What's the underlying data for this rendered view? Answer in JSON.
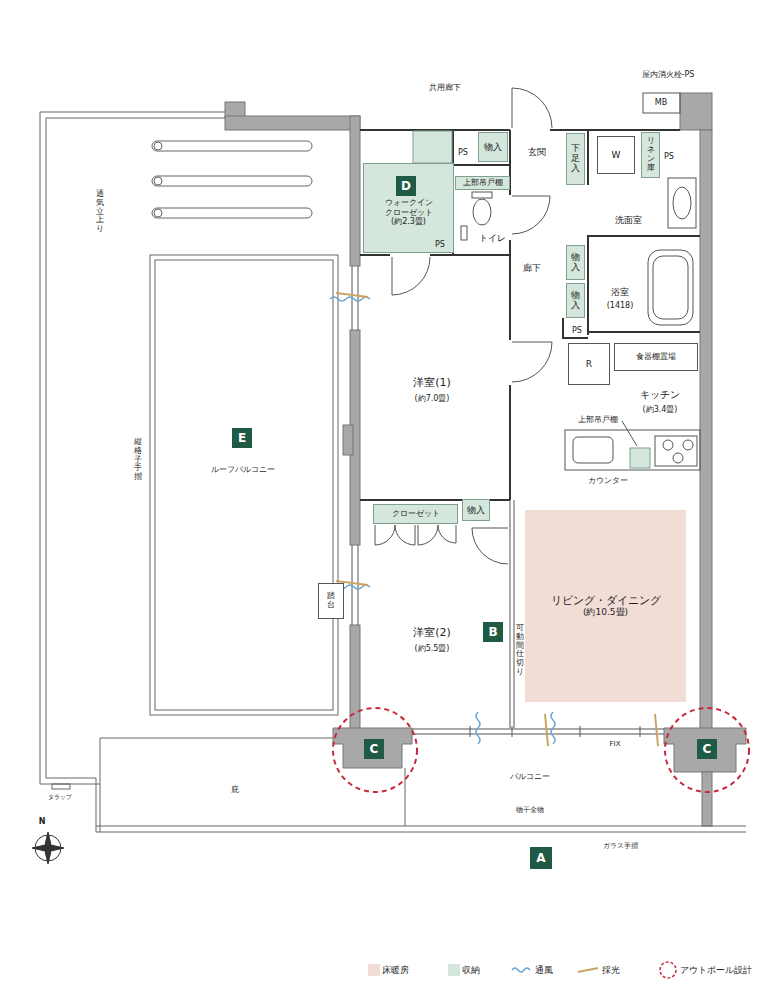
{
  "diagram": {
    "nodes": [
      {
        "text": [
          "ウォークイン クローゼット",
          "(約2.3畳)"
        ]
      },
      {
        "text": [
          "D"
        ],
        "in": 0
      },
      {
        "text": [
          "物入"
        ]
      },
      {
        "text": [
          "上部吊戸棚"
        ]
      },
      {
        "text": [
          "下足入"
        ]
      },
      {
        "text": [
          "W"
        ]
      },
      {
        "text": [
          "リネン庫"
        ]
      },
      {
        "text": [
          "物入"
        ]
      },
      {
        "text": [
          "物入"
        ]
      },
      {
        "text": [
          "R"
        ]
      },
      {
        "text": [
          "食器棚置場"
        ]
      },
      {
        "text": [
          "E"
        ]
      },
      {
        "text": [
          "クローゼット"
        ]
      },
      {
        "text": [
          "物入"
        ]
      },
      {
        "text": [
          "踏台"
        ]
      },
      {
        "text": [
          "B"
        ]
      },
      {
        "text": [
          "リビング・ダイニング",
          "(約10.5畳)"
        ]
      },
      {
        "text": [
          "C"
        ]
      },
      {
        "text": [
          "C"
        ]
      },
      {
        "text": [
          "A"
        ]
      }
    ],
    "labels": [
      "共用廊下",
      "屋内消火栓-PS",
      "MB",
      "PS",
      "玄関",
      "PS",
      "トイレ",
      "PS",
      "洗面室",
      "廊下",
      "浴室",
      "(1418)",
      "PS",
      "キッチン",
      "(約3.4畳)",
      "洋室(1)",
      "(約7.0畳)",
      "上部吊戸棚",
      "カウンター",
      "洋室(2)",
      "(約5.5畳)",
      "可動間仕切り",
      "ルーフバルコニー",
      "縦格子手摺",
      "通気立上り",
      "FIX",
      "バルコニー",
      "物干金物",
      "ガラス手摺",
      "庇",
      "タラップ",
      "N"
    ],
    "legend": [
      {
        "text": "床暖房",
        "color": "#f2dcd6"
      },
      {
        "text": "収納",
        "color": "#d5e6dc"
      },
      {
        "text": "通風"
      },
      {
        "text": "採光"
      },
      {
        "text": "アウトポール設計"
      }
    ]
  }
}
